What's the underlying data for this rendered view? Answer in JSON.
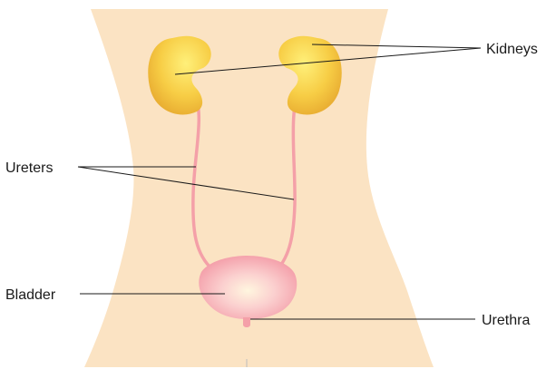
{
  "labels": {
    "kidneys": "Kidneys",
    "ureters": "Ureters",
    "bladder": "Bladder",
    "urethra": "Urethra"
  },
  "colors": {
    "body_fill": "#fbe3c3",
    "kidney_fill": "#f2c13e",
    "kidney_highlight": "#ffeb7a",
    "ureter": "#f4a0a8",
    "bladder_fill": "#f4a3ad",
    "bladder_highlight": "#fff3dd",
    "leader_line": "#1a1a1a"
  }
}
